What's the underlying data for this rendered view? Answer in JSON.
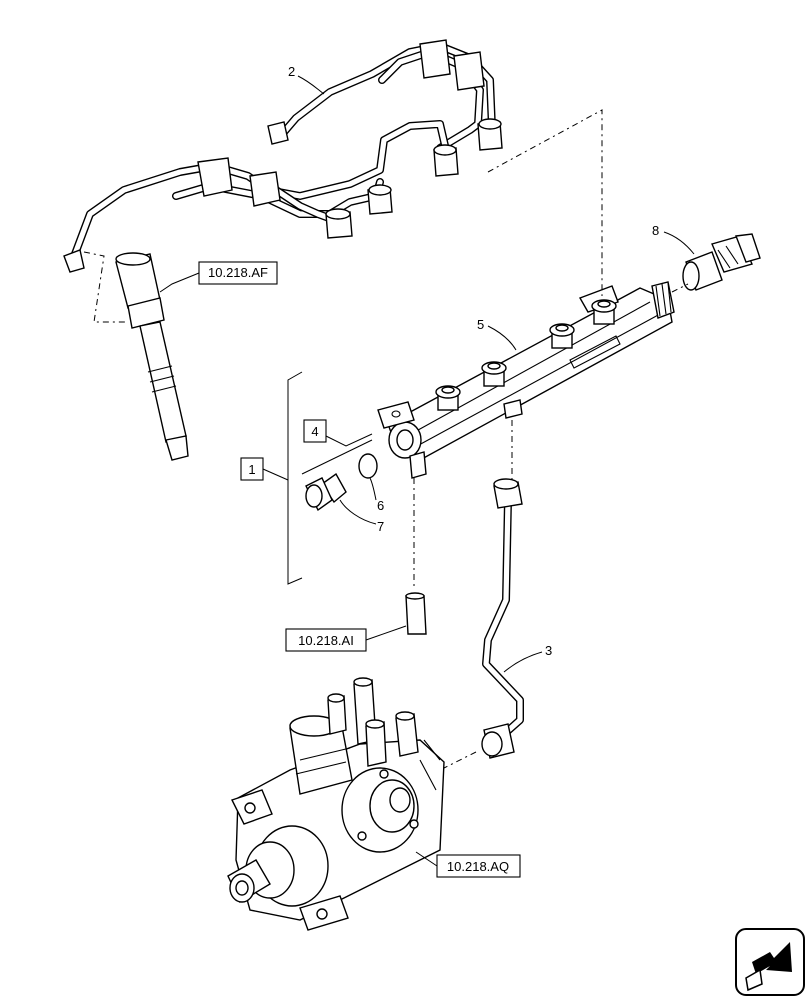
{
  "callouts": {
    "c1": "1",
    "c2": "2",
    "c3": "3",
    "c4": "4",
    "c5": "5",
    "c6": "6",
    "c7": "7",
    "c8": "8"
  },
  "references": {
    "injector": "10.218.AF",
    "sleeve": "10.218.AI",
    "pump": "10.218.AQ"
  },
  "nav_icon": "next-page-arrow-icon"
}
